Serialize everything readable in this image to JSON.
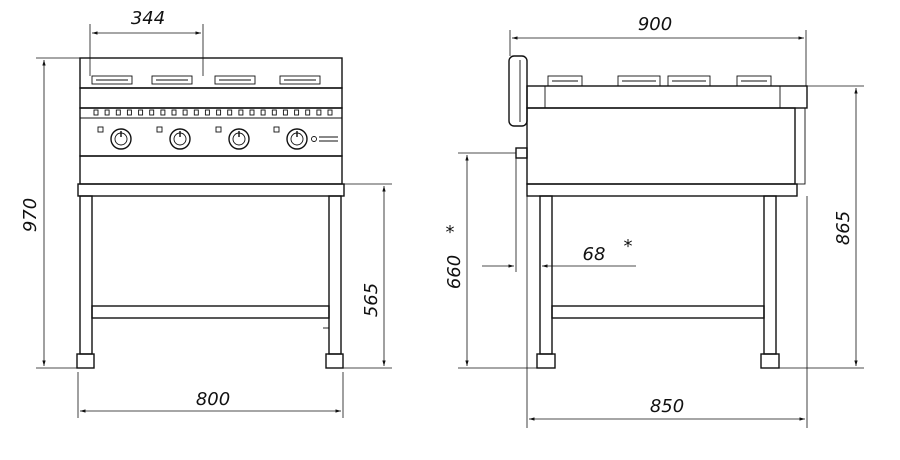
{
  "drawing": {
    "front_view": {
      "dimensions": {
        "burner_pitch": "344",
        "total_height": "970",
        "width": "800",
        "frame_height": "565"
      },
      "knob_count": 4,
      "burner_count": 4
    },
    "side_view": {
      "dimensions": {
        "depth_top": "900",
        "work_height": "865",
        "depth_base": "850",
        "connection_height": "660",
        "connection_height_mark": "*",
        "connection_offset": "68",
        "connection_offset_mark": "*"
      }
    }
  }
}
